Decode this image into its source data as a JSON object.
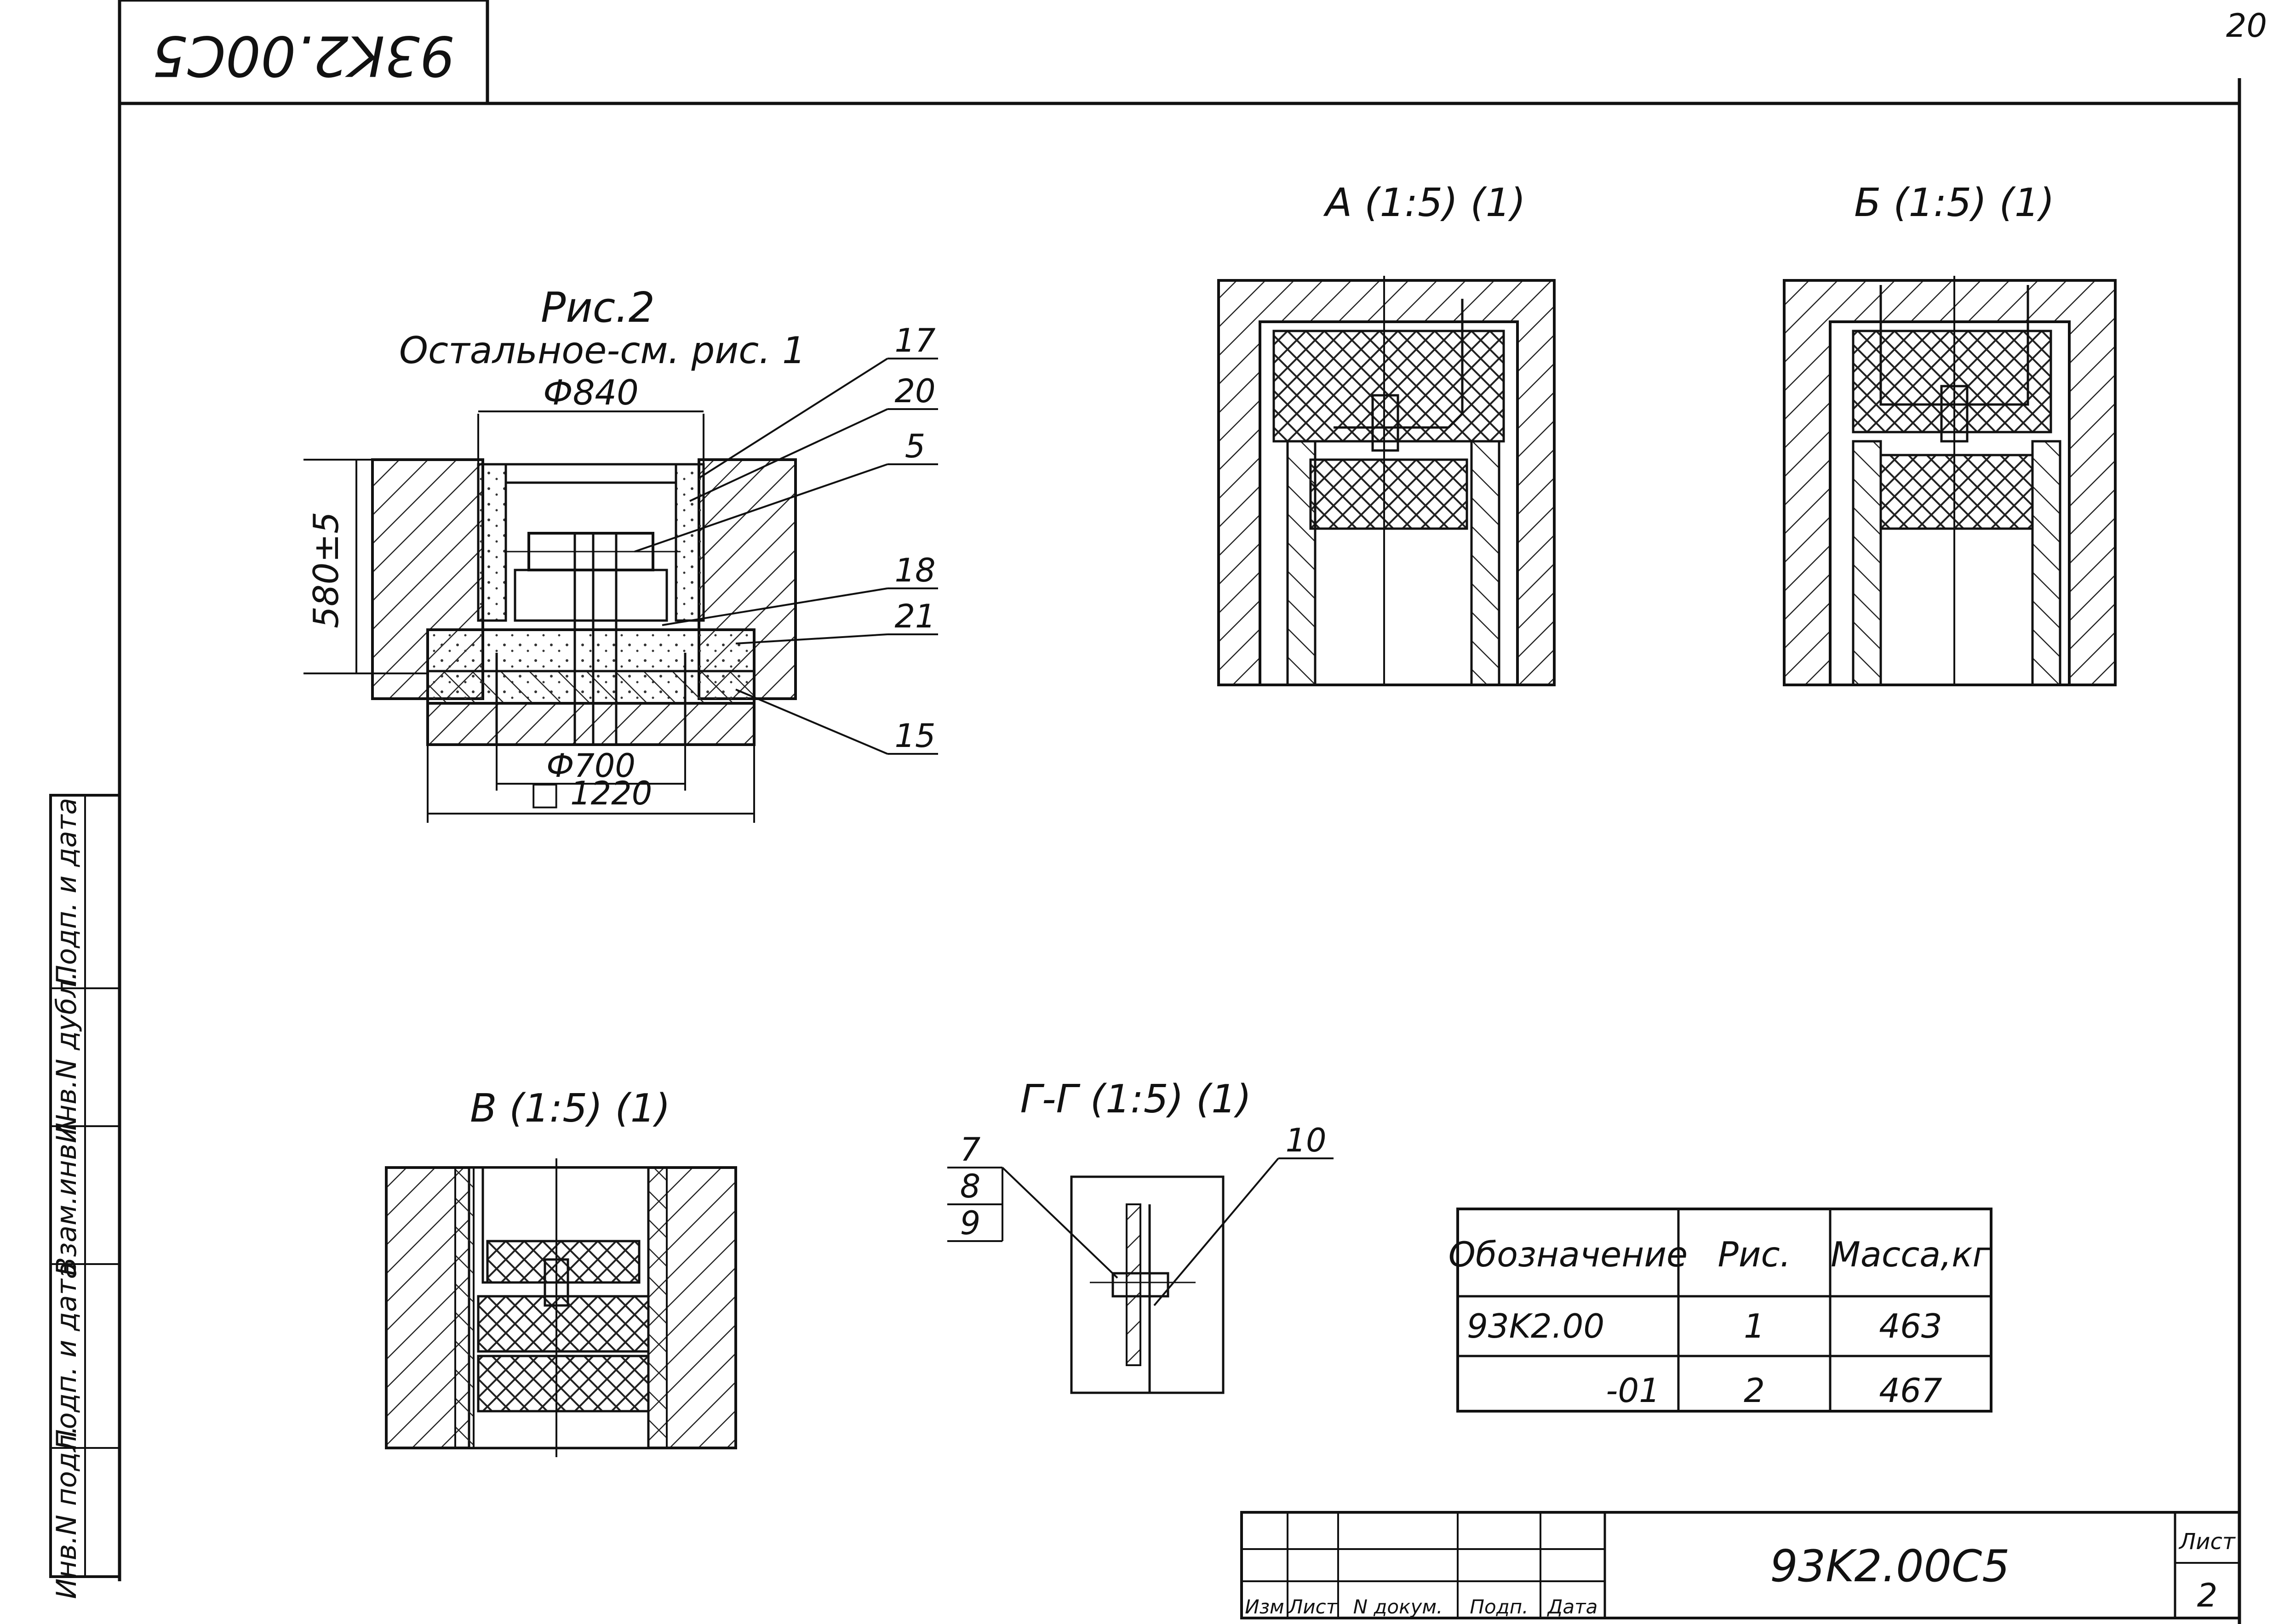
{
  "title_block": {
    "rotated_code": "93K2.00C5",
    "drawing_code": "93K2.00C5",
    "sheet_label": "Лист",
    "sheet_number": "2",
    "page_corner": "20",
    "columns": [
      "Изм",
      "Лист",
      "N докум.",
      "Подп.",
      "Дата"
    ]
  },
  "side_strip": [
    "Инв.N подл.",
    "Подп. и дата",
    "Взам.инв.N",
    "Инв.N дубл.",
    "Подп. и дата"
  ],
  "fig2": {
    "title": "Рис.2",
    "subtitle": "Остальное-см. рис. 1",
    "dim_top": "Ф840",
    "dim_height": "580±5",
    "dim_bottom_1": "Ф700",
    "dim_bottom_2": "□ 1220",
    "callouts": [
      "17",
      "20",
      "5",
      "18",
      "21",
      "15"
    ]
  },
  "views": {
    "a": "А (1:5) (1)",
    "b": "Б (1:5) (1)",
    "v": "В (1:5) (1)",
    "g": "Г-Г (1:5) (1)",
    "g_callouts": [
      "7",
      "8",
      "9",
      "10"
    ]
  },
  "table": {
    "headers": [
      "Обозначение",
      "Рис.",
      "Масса,кг"
    ],
    "rows": [
      [
        "93K2.00",
        "1",
        "463"
      ],
      [
        "-01",
        "2",
        "467"
      ]
    ]
  }
}
